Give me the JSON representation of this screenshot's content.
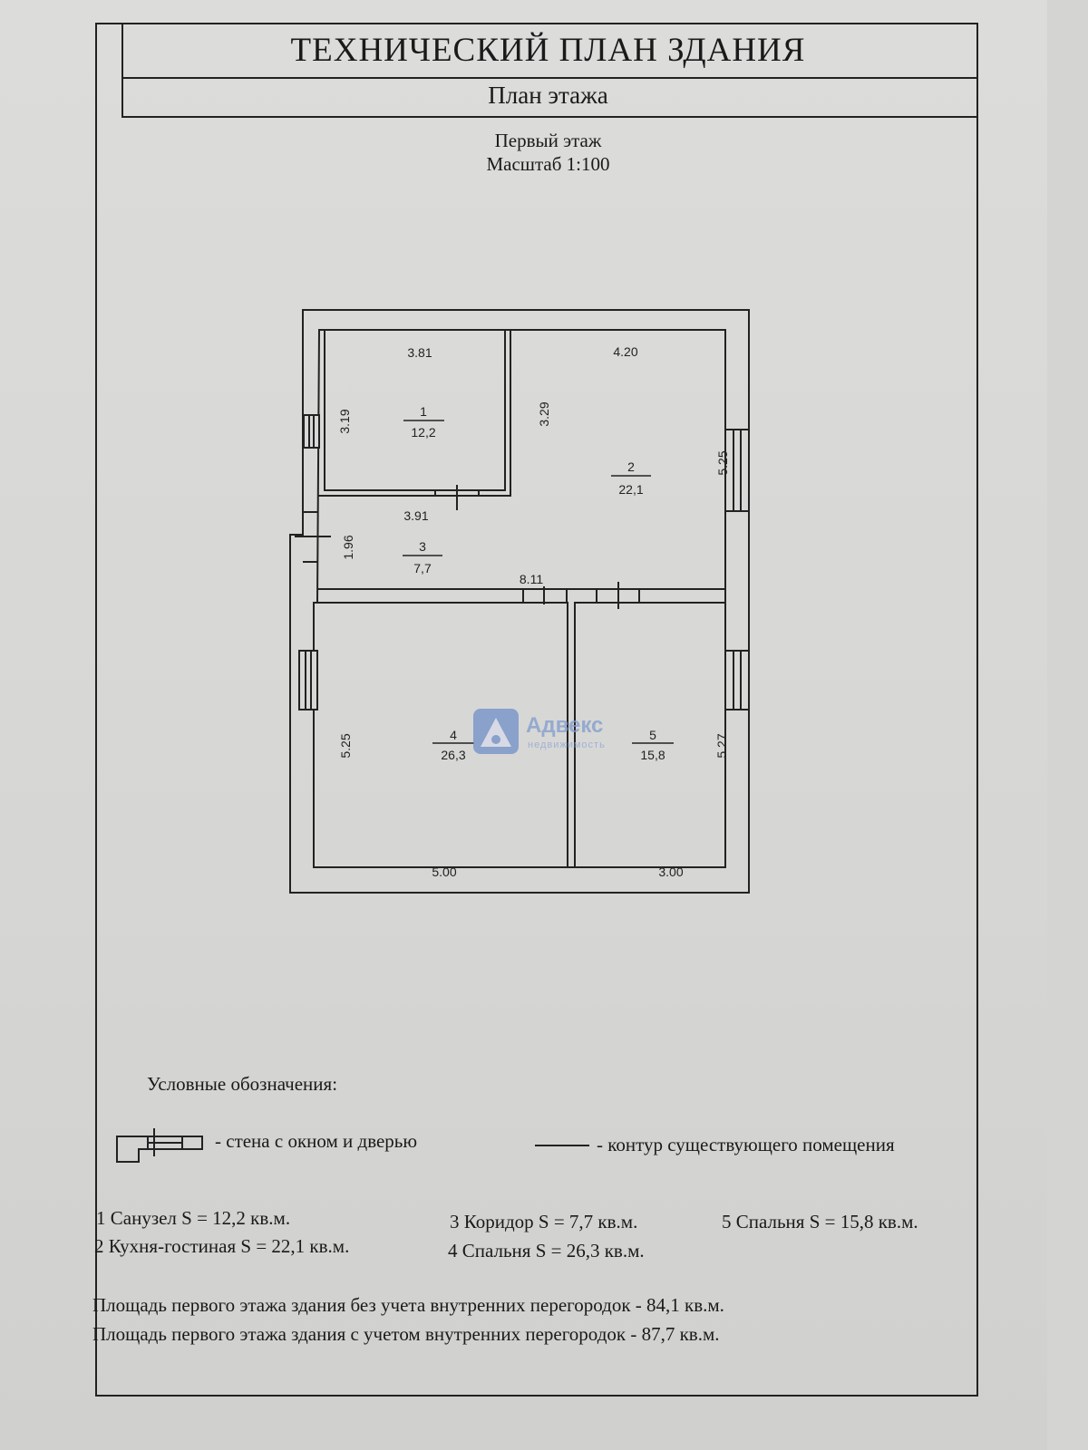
{
  "header": {
    "title": "ТЕХНИЧЕСКИЙ ПЛАН ЗДАНИЯ",
    "subtitle": "План этажа",
    "floor": "Первый этаж",
    "scale": "Масштаб 1:100"
  },
  "plan": {
    "rooms": [
      {
        "number": "1",
        "area": "12,2"
      },
      {
        "number": "2",
        "area": "22,1"
      },
      {
        "number": "3",
        "area": "7,7"
      },
      {
        "number": "4",
        "area": "26,3"
      },
      {
        "number": "5",
        "area": "15,8"
      }
    ],
    "dimensions": {
      "r1_top": "3.81",
      "r1_left": "3.19",
      "r1_right": "3.29",
      "r2_top": "4.20",
      "r2_right": "5.25",
      "r3_top": "3.91",
      "r3_left": "1.96",
      "corridor_len": "8.11",
      "r4_left": "5.25",
      "r4_bottom": "5.00",
      "r5_right": "5.27",
      "r5_bottom": "3.00"
    },
    "watermark": {
      "name": "Адвекс",
      "tagline": "недвижимость",
      "color": "#6f8fc8"
    }
  },
  "legend": {
    "title": "Условные обозначения:",
    "wall_item": "- стена с окном и дверью",
    "contour_item": "- контур существующего помещения"
  },
  "room_list": [
    "1 Санузел S = 12,2 кв.м.",
    "2 Кухня-гостиная S = 22,1 кв.м.",
    "3 Коридор S = 7,7 кв.м.",
    "4 Спальня S = 26,3 кв.м.",
    "5 Спальня S = 15,8 кв.м."
  ],
  "totals": {
    "without_partitions": "Площадь первого этажа здания без учета внутренних перегородок - 84,1 кв.м.",
    "with_partitions": "Площадь первого этажа здания с учетом внутренних перегородок - 87,7 кв.м."
  }
}
